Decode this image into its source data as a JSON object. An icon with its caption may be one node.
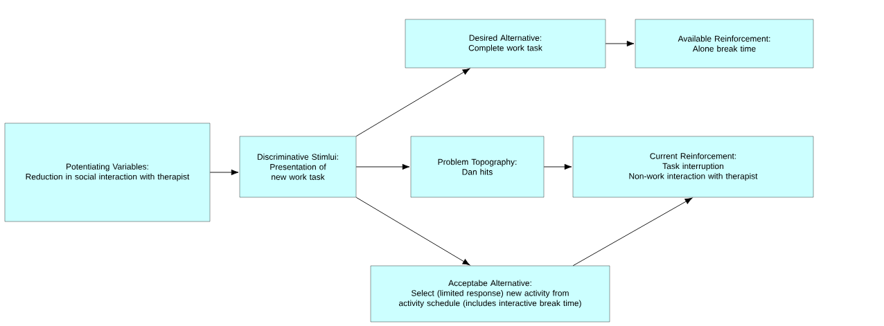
{
  "diagram": {
    "nodes": [
      {
        "text": [
          "Potentiating Variables:",
          "Reduction in social interaction with therapist"
        ]
      },
      {
        "text": [
          "Discriminative Stimlui:",
          "Presentation of new work task"
        ]
      },
      {
        "text": [
          "Problem Topography:",
          "Dan hits"
        ]
      },
      {
        "text": [
          "Current Reinforcement:",
          "Task interruption",
          "Non-work interaction with therapist"
        ]
      },
      {
        "text": [
          "Desired Alternative:",
          "Complete work task"
        ]
      },
      {
        "text": [
          "Available Reinforcement:",
          "Alone break time"
        ]
      },
      {
        "text": [
          "Acceptabe Alternative:",
          "Select (limited response) new activity from activity schedule (includes interactive break time)"
        ]
      }
    ],
    "edges": [
      {
        "from": 0,
        "to": 1,
        "arrow": "to"
      },
      {
        "from": 1,
        "to": 2,
        "arrow": "to"
      },
      {
        "from": 2,
        "to": 3,
        "arrow": "to"
      },
      {
        "from": 1,
        "to": 4,
        "arrow": "to"
      },
      {
        "from": 4,
        "to": 5,
        "arrow": "to"
      },
      {
        "from": 1,
        "to": 6,
        "arrow": "to"
      },
      {
        "from": 6,
        "to": 3,
        "arrow": "to"
      }
    ]
  }
}
